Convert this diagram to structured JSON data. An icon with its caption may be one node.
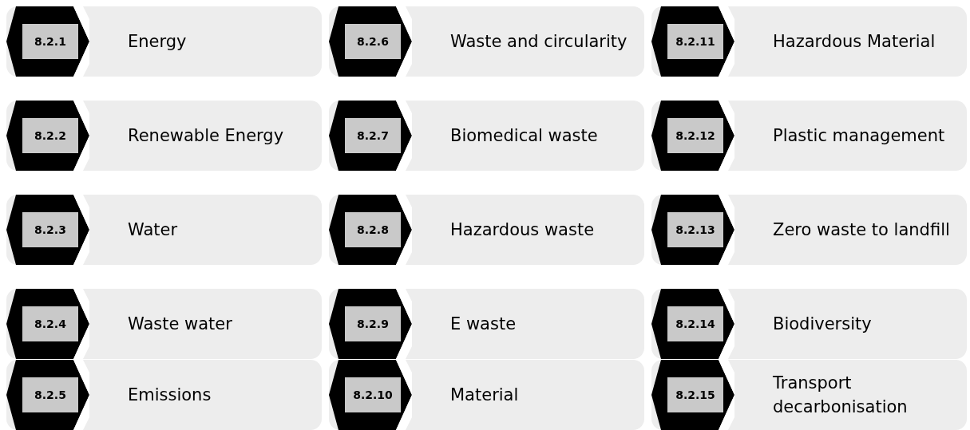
{
  "diagram": {
    "nodes": [
      {
        "text": [
          "8.2.1",
          "Energy"
        ]
      },
      {
        "text": [
          "8.2.2",
          "Renewable Energy"
        ]
      },
      {
        "text": [
          "8.2.3",
          "Water"
        ]
      },
      {
        "text": [
          "8.2.4",
          "Waste water"
        ]
      },
      {
        "text": [
          "8.2.5",
          "Emissions"
        ]
      },
      {
        "text": [
          "8.2.6",
          "Waste and circularity"
        ]
      },
      {
        "text": [
          "8.2.7",
          "Biomedical waste"
        ]
      },
      {
        "text": [
          "8.2.8",
          "Hazardous waste"
        ]
      },
      {
        "text": [
          "8.2.9",
          "E waste"
        ]
      },
      {
        "text": [
          "8.2.10",
          "Material"
        ]
      },
      {
        "text": [
          "8.2.11",
          "Hazardous Material"
        ]
      },
      {
        "text": [
          "8.2.12",
          "Plastic management"
        ]
      },
      {
        "text": [
          "8.2.13",
          "Zero waste to landfill"
        ]
      },
      {
        "text": [
          "8.2.14",
          "Biodiversity"
        ]
      },
      {
        "text": [
          "8.2.15",
          "Transport decarbonisation"
        ]
      }
    ]
  }
}
